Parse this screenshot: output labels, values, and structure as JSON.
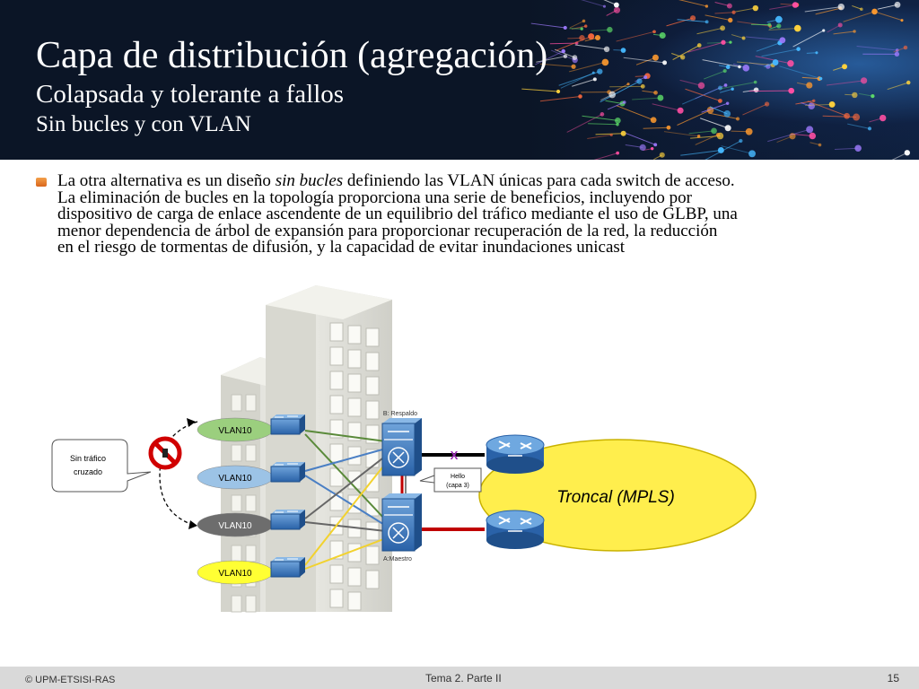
{
  "header": {
    "title": "Capa de distribución (agregación)",
    "subtitle": "Colapsada y tolerante a fallos",
    "subtitle2": "Sin bucles y con VLAN"
  },
  "body": {
    "line1_before": "La otra alternativa es un diseño ",
    "line1_emphasis": "sin bucles",
    "line1_after": "  definiendo las VLAN únicas para cada switch de acceso.",
    "line2": "La eliminación de bucles en la topología proporciona una serie de beneficios, incluyendo por",
    "line3": "dispositivo de carga de enlace ascendente de un equilibrio del tráfico mediante el uso de GLBP, una",
    "line4": "menor dependencia de árbol de expansión para proporcionar recuperación de la red, la reducción",
    "line5": "en el riesgo de tormentas de difusión, y la capacidad de evitar inundaciones unicast"
  },
  "diagram": {
    "vlans": [
      {
        "label": "VLAN10",
        "color": "#9bcf7e",
        "text_color": "#000000"
      },
      {
        "label": "VLAN10",
        "color": "#9cc3e6",
        "text_color": "#000000"
      },
      {
        "label": "VLAN10",
        "color": "#6d6d6d",
        "text_color": "#ffffff"
      },
      {
        "label": "VLAN10",
        "color": "#ffff33",
        "text_color": "#000000"
      }
    ],
    "callout": {
      "line1": "Sin tráfico",
      "line2": "cruzado"
    },
    "backup_label": "B: Respaldo",
    "master_label": "A:Maestro",
    "hello": {
      "line1": "Hello",
      "line2": "(capa 3)"
    },
    "blocked_mark": "X",
    "backbone_label": "Troncal (MPLS)",
    "colors": {
      "switch_blue": "#2f6fb5",
      "link_green": "#5a8a3a",
      "link_blue": "#4a7fc4",
      "link_gray": "#666666",
      "link_yellow": "#f2d22e",
      "link_red": "#c00000",
      "backbone": "#ffee4d",
      "blocked": "#9b30b4"
    }
  },
  "footer": {
    "left": "© UPM-ETSISI-RAS",
    "center": "Tema 2. Parte II",
    "page": "15"
  }
}
